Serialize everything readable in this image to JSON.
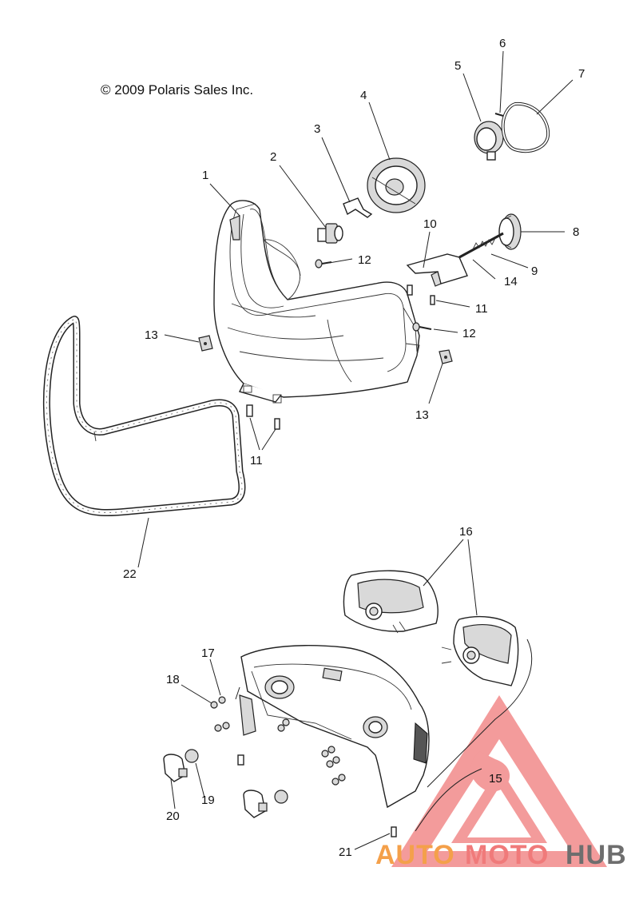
{
  "copyright": "© 2009 Polaris Sales Inc.",
  "callouts": [
    "1",
    "2",
    "3",
    "4",
    "5",
    "6",
    "7",
    "8",
    "9",
    "10",
    "11",
    "11",
    "11",
    "12",
    "12",
    "13",
    "13",
    "14",
    "15",
    "16",
    "17",
    "18",
    "19",
    "20",
    "21",
    "22"
  ],
  "watermark": {
    "part1": "AUTO",
    "part2": "MOTO",
    "part3": "HUB",
    "color_orange": "#f4a04a",
    "color_red": "#f07a7a",
    "color_gray": "#6e6e6e"
  }
}
